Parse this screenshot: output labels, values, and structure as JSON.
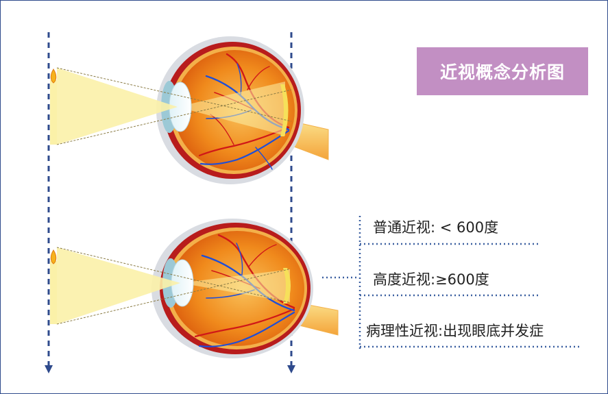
{
  "title": "近视概念分析图",
  "legend": {
    "normal": "普通近视: < 600度",
    "high": "高度近视:≥600度",
    "pathological": "病理性近视:出现眼底并发症"
  },
  "colors": {
    "title_bg": "#c28fc3",
    "dashed_axis": "#2e4a8c",
    "dotted_leader": "#3a5fa0",
    "light_cone": "#fbf1a8",
    "eye_sclera": "#b81c1c",
    "eye_interior": "#f07a12",
    "vessel_red": "#d01818",
    "vessel_blue": "#1e4ed8"
  },
  "icons": [
    "candle-icon",
    "eyeball-illustration",
    "retina-vessels",
    "optic-nerve"
  ]
}
